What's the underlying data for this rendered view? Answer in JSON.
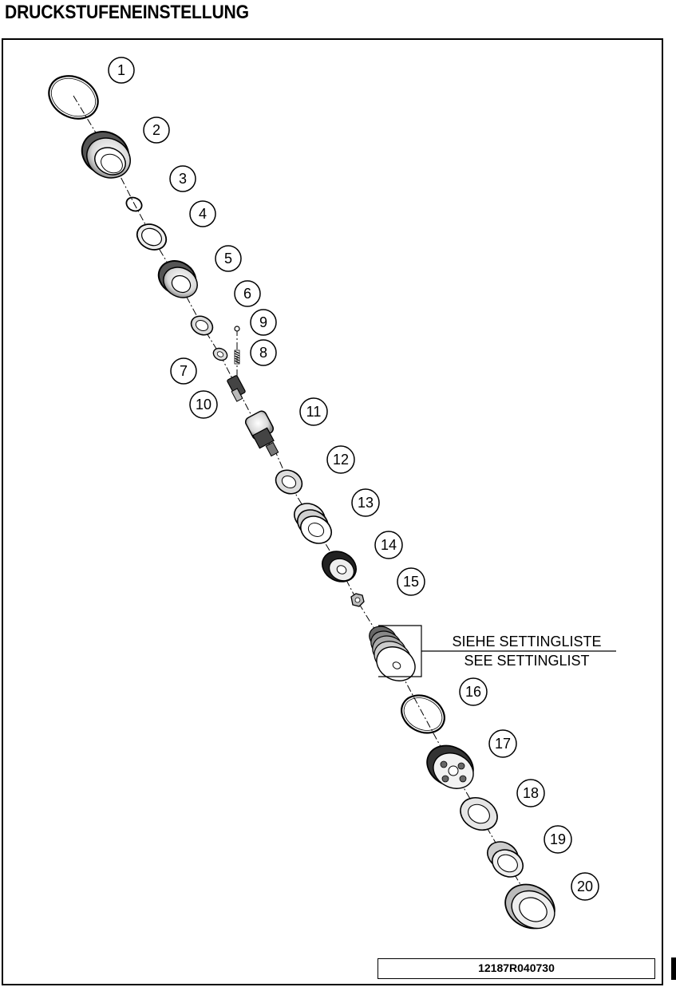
{
  "title": "DRUCKSTUFENEINSTELLUNG",
  "callouts": [
    "1",
    "2",
    "3",
    "4",
    "5",
    "6",
    "7",
    "8",
    "9",
    "10",
    "11",
    "12",
    "13",
    "14",
    "15",
    "16",
    "17",
    "18",
    "19",
    "20"
  ],
  "note": {
    "line1": "SIEHE SETTINGLISTE",
    "line2": "SEE SETTINGLIST"
  },
  "document_number": "12187R040730"
}
